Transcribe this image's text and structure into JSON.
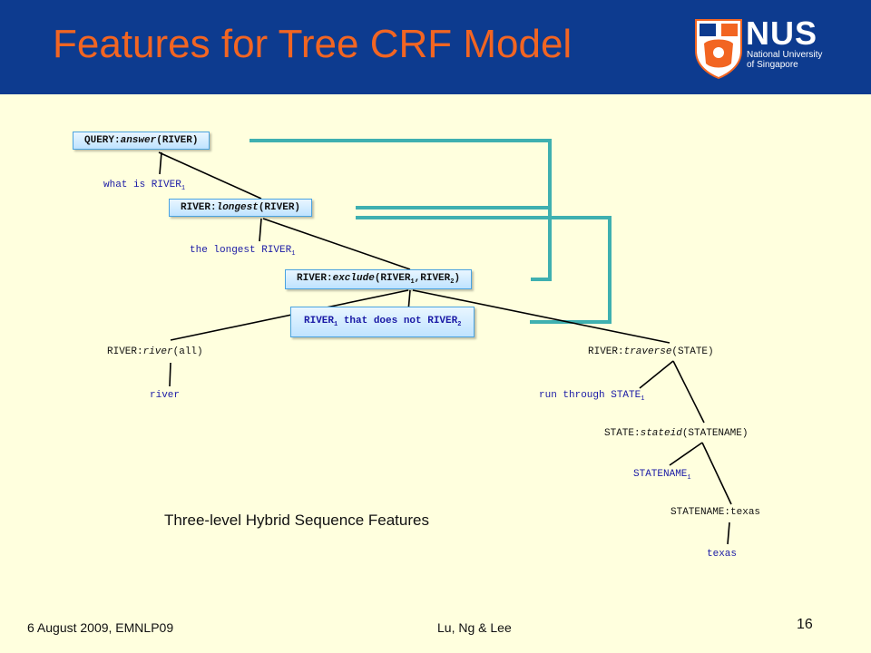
{
  "header": {
    "title": "Features for Tree CRF Model",
    "logo": {
      "wordmark": "NUS",
      "subtitle_lines": [
        "National University",
        "of Singapore"
      ]
    }
  },
  "tree": {
    "boxes": {
      "query": {
        "prefix": "QUERY:",
        "func": "answer",
        "args": "(RIVER)"
      },
      "longest": {
        "prefix": "RIVER:",
        "func": "longest",
        "args": "(RIVER)"
      },
      "exclude": {
        "prefix": "RIVER:",
        "func": "exclude",
        "args_a": "(RIVER",
        "sub1": "1",
        "args_b": ",RIVER",
        "sub2": "2",
        "args_c": ")"
      },
      "exclude_phrase": {
        "a": "RIVER",
        "sub1": "1",
        "b": " that does not RIVER",
        "sub2": "2"
      }
    },
    "phrases": {
      "what_is": {
        "text": "what is RIVER",
        "sub": "1"
      },
      "the_longest": {
        "text": "the longest RIVER",
        "sub": "1"
      },
      "river_word": "river",
      "run_through": {
        "text": "run through STATE",
        "sub": "1"
      },
      "statename_word": {
        "text": "STATENAME",
        "sub": "1"
      },
      "texas_word": "texas"
    },
    "nodes": {
      "river_all": {
        "prefix": "RIVER:",
        "func": "river",
        "args": "(all)"
      },
      "traverse": {
        "prefix": "RIVER:",
        "func": "traverse",
        "args": "(STATE)"
      },
      "stateid": {
        "prefix": "STATE:",
        "func": "stateid",
        "args": "(STATENAME)"
      },
      "texas": "STATENAME:texas"
    }
  },
  "caption": "Three-level Hybrid Sequence Features",
  "footer": {
    "date": "6 August 2009, EMNLP09",
    "authors": "Lu, Ng & Lee",
    "page_number": "16"
  },
  "colors": {
    "header_bg": "#0d3b8f",
    "title": "#f26522",
    "background": "#ffffde",
    "bracket": "#3fb0b0",
    "phrase_text": "#1a1aa6"
  }
}
